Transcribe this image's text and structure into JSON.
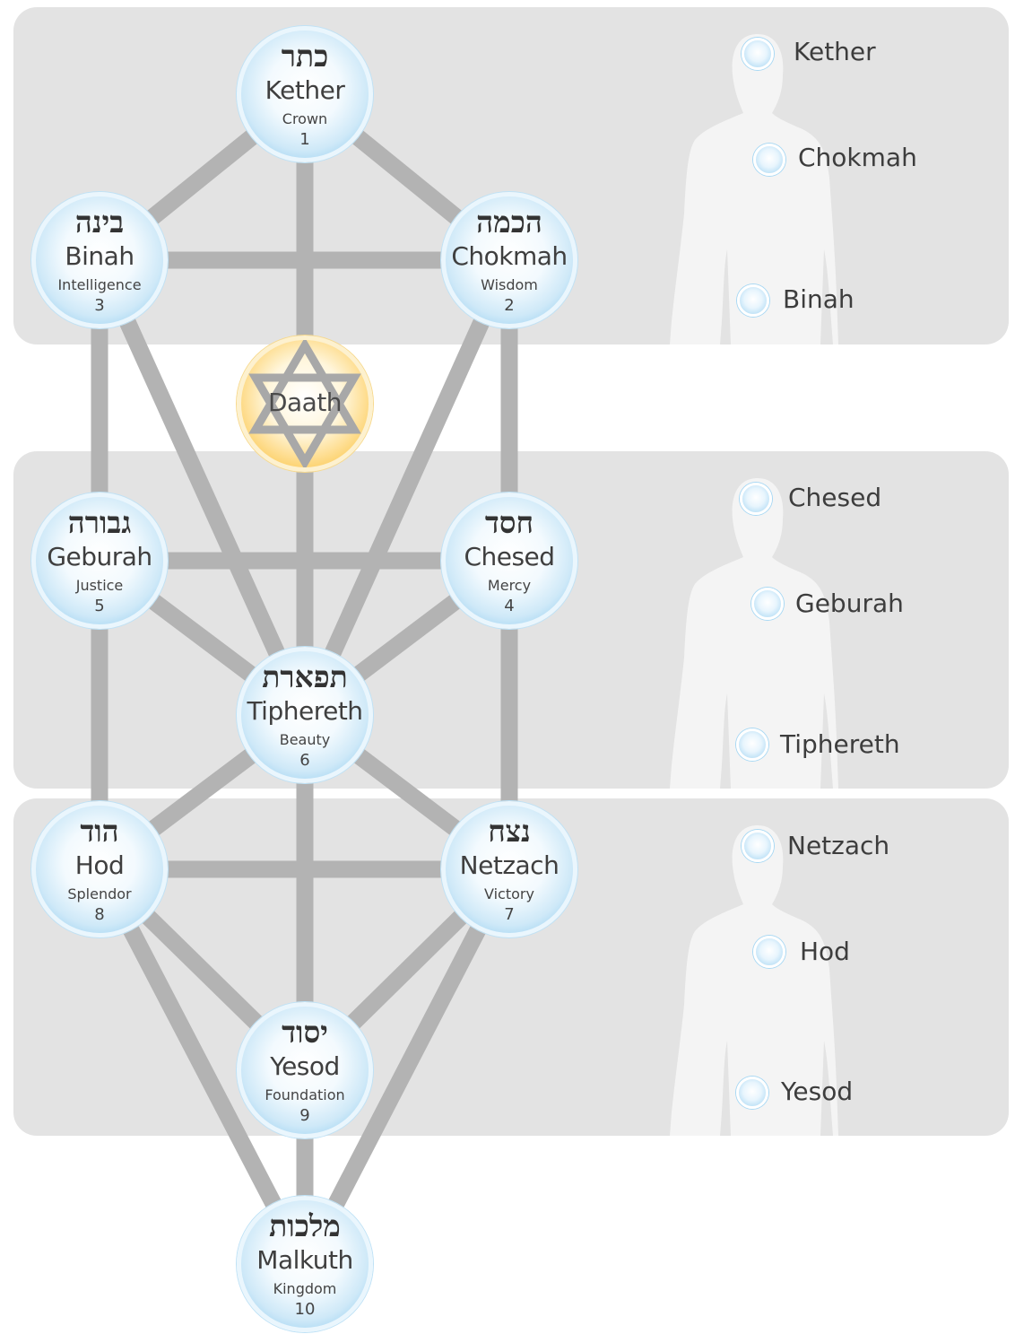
{
  "colors": {
    "band": "#e3e3e3",
    "path": "#b3b3b3",
    "sephirah_fill": "#7cc4ee",
    "daath_fill": "#f7b32b",
    "silhouette": "#f4f4f4"
  },
  "sephiroth": [
    {
      "id": "kether",
      "hebrew": "כתר",
      "name": "Kether",
      "meaning": "Crown",
      "number": "1"
    },
    {
      "id": "chokmah",
      "hebrew": "הכמה",
      "name": "Chokmah",
      "meaning": "Wisdom",
      "number": "2"
    },
    {
      "id": "binah",
      "hebrew": "בינה",
      "name": "Binah",
      "meaning": "Intelligence",
      "number": "3"
    },
    {
      "id": "chesed",
      "hebrew": "חסד",
      "name": "Chesed",
      "meaning": "Mercy",
      "number": "4"
    },
    {
      "id": "geburah",
      "hebrew": "גבורה",
      "name": "Geburah",
      "meaning": "Justice",
      "number": "5"
    },
    {
      "id": "tiphereth",
      "hebrew": "תפארת",
      "name": "Tiphereth",
      "meaning": "Beauty",
      "number": "6"
    },
    {
      "id": "netzach",
      "hebrew": "נצח",
      "name": "Netzach",
      "meaning": "Victory",
      "number": "7"
    },
    {
      "id": "hod",
      "hebrew": "הוד",
      "name": "Hod",
      "meaning": "Splendor",
      "number": "8"
    },
    {
      "id": "yesod",
      "hebrew": "יסוד",
      "name": "Yesod",
      "meaning": "Foundation",
      "number": "9"
    },
    {
      "id": "malkuth",
      "hebrew": "מלכות",
      "name": "Malkuth",
      "meaning": "Kingdom",
      "number": "10"
    }
  ],
  "daath": {
    "name": "Daath",
    "icon": "star-of-david-icon"
  },
  "paths": [
    [
      "kether",
      "chokmah"
    ],
    [
      "kether",
      "binah"
    ],
    [
      "kether",
      "daath"
    ],
    [
      "chokmah",
      "binah"
    ],
    [
      "chokmah",
      "chesed"
    ],
    [
      "chokmah",
      "tiphereth"
    ],
    [
      "binah",
      "geburah"
    ],
    [
      "binah",
      "tiphereth"
    ],
    [
      "daath",
      "tiphereth"
    ],
    [
      "chesed",
      "geburah"
    ],
    [
      "chesed",
      "tiphereth"
    ],
    [
      "chesed",
      "netzach"
    ],
    [
      "geburah",
      "tiphereth"
    ],
    [
      "geburah",
      "hod"
    ],
    [
      "tiphereth",
      "netzach"
    ],
    [
      "tiphereth",
      "hod"
    ],
    [
      "tiphereth",
      "yesod"
    ],
    [
      "netzach",
      "hod"
    ],
    [
      "netzach",
      "yesod"
    ],
    [
      "netzach",
      "malkuth"
    ],
    [
      "hod",
      "yesod"
    ],
    [
      "hod",
      "malkuth"
    ],
    [
      "yesod",
      "malkuth"
    ]
  ],
  "body_map": [
    {
      "figure": "head-figure",
      "labels": [
        "Kether",
        "Chokmah",
        "Binah"
      ]
    },
    {
      "figure": "torso-figure",
      "labels": [
        "Chesed",
        "Geburah",
        "Tiphereth"
      ]
    },
    {
      "figure": "lower-figure",
      "labels": [
        "Netzach",
        "Hod",
        "Yesod"
      ]
    }
  ]
}
